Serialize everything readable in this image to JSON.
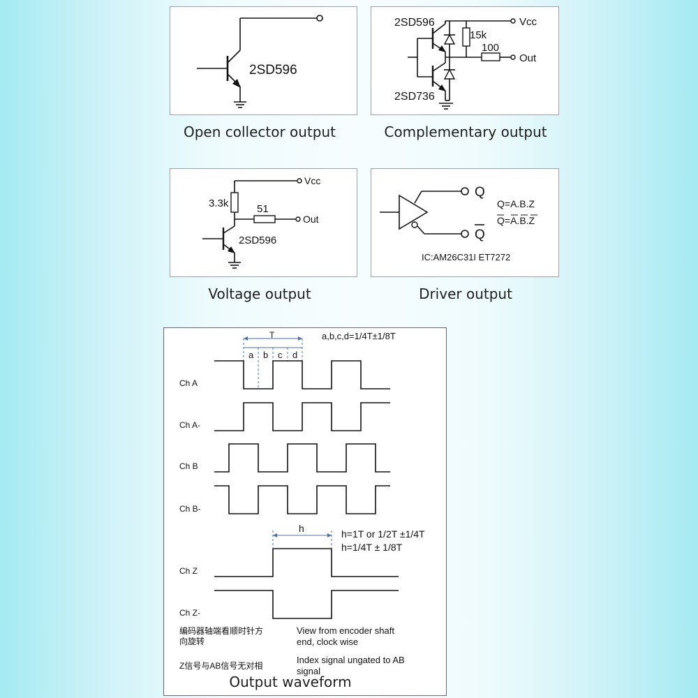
{
  "panels": {
    "open_collector": {
      "part": "2SD596",
      "caption": "Open collector output"
    },
    "complementary": {
      "part_top": "2SD596",
      "part_bottom": "2SD736",
      "vcc": "Vcc",
      "out": "Out",
      "r1": "15k",
      "r2": "100",
      "caption": "Complementary output"
    },
    "voltage": {
      "vcc": "Vcc",
      "out": "Out",
      "r1": "3.3k",
      "r2": "51",
      "part": "2SD596",
      "caption": "Voltage output"
    },
    "driver": {
      "q": "Q",
      "qbar": "Q",
      "eq1": "Q=A.B.Z",
      "eq2_q": "Q",
      "eq2_eq": "=",
      "eq2_a": "A",
      "dot1": ".",
      "eq2_b": "B",
      "dot2": ".",
      "eq2_z": "Z",
      "ic": "IC:AM26C31I  ET7272",
      "caption": "Driver output"
    }
  },
  "waveform": {
    "caption": "Output waveform",
    "period_label": "T",
    "segments": [
      "a",
      "b",
      "c",
      "d"
    ],
    "tolerance_note": "a,b,c,d=1/4T±1/8T",
    "channels": [
      "Ch A",
      "Ch A-",
      "Ch B",
      "Ch B-",
      "Ch Z",
      "Ch Z-"
    ],
    "h_label": "h",
    "h_note_1": "h=1T or 1/2T ±1/4T",
    "h_note_2": "h=1/4T ± 1/8T",
    "cn_note_1_line1": "编码器轴端看顺时针方",
    "cn_note_1_line2": "向旋转",
    "en_note_1_line1": "View from encoder shaft",
    "en_note_1_line2": "end, clock wise",
    "cn_note_2": "Z信号与AB信号无对相",
    "en_note_2_line1": "Index signal ungated to AB",
    "en_note_2_line2": "signal"
  },
  "colors": {
    "line": "#111111",
    "dimension": "#4a6fb0",
    "panel_border": "#9aa2a6"
  }
}
